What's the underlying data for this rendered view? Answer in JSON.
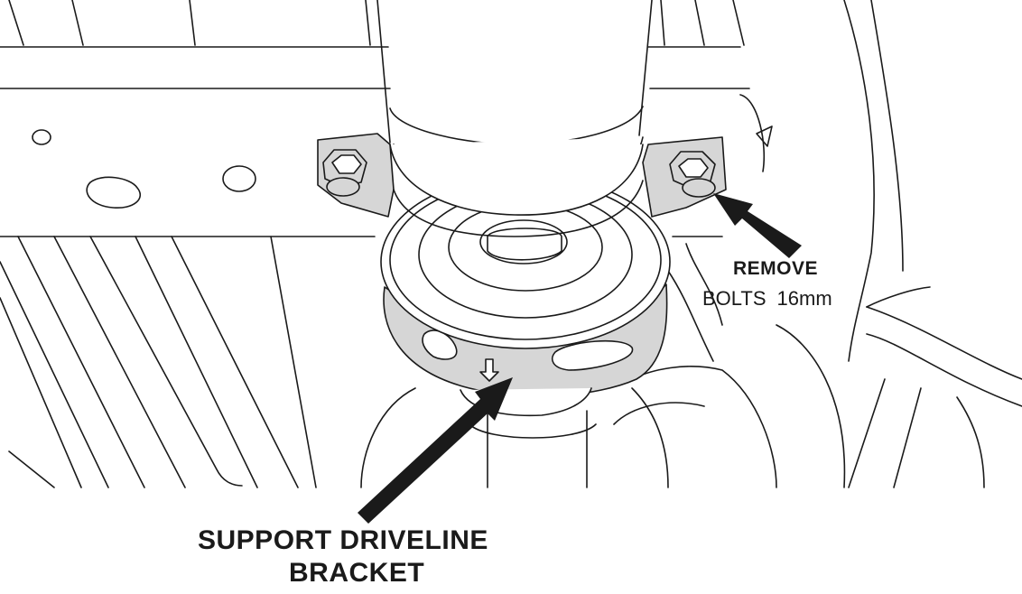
{
  "callouts": {
    "remove": {
      "title": "REMOVE",
      "bolt_label": "BOLTS",
      "bolt_size": "16mm"
    },
    "support": {
      "line1": "SUPPORT DRIVELINE",
      "line2": "BRACKET"
    }
  },
  "colors": {
    "line": "#1a1a1a",
    "bracket_fill": "#d6d6d6",
    "background": "#ffffff"
  }
}
